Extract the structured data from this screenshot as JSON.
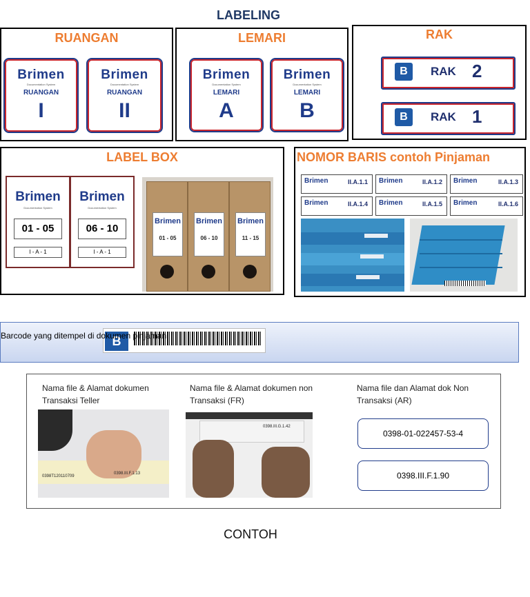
{
  "title": "LABELING",
  "ruangan": {
    "heading": "RUANGAN",
    "cards": [
      {
        "brand": "Brimen",
        "sub": "Documentation System",
        "label": "RUANGAN",
        "big": "I"
      },
      {
        "brand": "Brimen",
        "sub": "Documentation System",
        "label": "RUANGAN",
        "big": "II"
      }
    ]
  },
  "lemari": {
    "heading": "LEMARI",
    "cards": [
      {
        "brand": "Brimen",
        "sub": "Documentation System",
        "label": "LEMARI",
        "big": "A"
      },
      {
        "brand": "Brimen",
        "sub": "Documentation System",
        "label": "LEMARI",
        "big": "B"
      }
    ]
  },
  "rak": {
    "heading": "RAK",
    "cards": [
      {
        "icon": "B",
        "text": "RAK",
        "num": "2"
      },
      {
        "icon": "B",
        "text": "RAK",
        "num": "1"
      }
    ]
  },
  "label_box": {
    "heading": "LABEL BOX",
    "labels": [
      {
        "brand": "Brimen",
        "sub": "Documentation System",
        "range": "01 - 05",
        "code": "I - A - 1"
      },
      {
        "brand": "Brimen",
        "sub": "Documentation System",
        "range": "06 - 10",
        "code": "I - A - 1"
      }
    ],
    "boxes": [
      {
        "brand": "Brimen",
        "range": "01 - 05"
      },
      {
        "brand": "Brimen",
        "range": "06 - 10"
      },
      {
        "brand": "Brimen",
        "range": "11 - 15"
      }
    ]
  },
  "nomor_baris": {
    "heading": "NOMOR BARIS contoh Pinjaman",
    "labels": [
      {
        "brand": "Brimen",
        "code": "II.A.1.1"
      },
      {
        "brand": "Brimen",
        "code": "II.A.1.2"
      },
      {
        "brand": "Brimen",
        "code": "II.A.1.3"
      },
      {
        "brand": "Brimen",
        "code": "II.A.1.4"
      },
      {
        "brand": "Brimen",
        "code": "II.A.1.5"
      },
      {
        "brand": "Brimen",
        "code": "II.A.1.6"
      }
    ]
  },
  "barcode": {
    "caption": "Barcode yang ditempel di dokumen pinjaman",
    "icon": "B"
  },
  "contoh": {
    "columns": [
      {
        "caption": "Nama file & Alamat dokumen Transaksi Teller",
        "photo_text_1": "0398T120110709",
        "photo_text_2": "0398.III.F.1.13"
      },
      {
        "caption": "Nama file & Alamat dokumen non Transaksi (FR)",
        "photo_text_1": "0398.III.G.1.42"
      },
      {
        "caption": "Nama file dan Alamat dok Non Transaksi (AR)"
      }
    ],
    "pills": [
      "0398-01-022457-53-4",
      "0398.III.F.1.90"
    ],
    "footer": "CONTOH"
  },
  "colors": {
    "navy": "#1f3864",
    "orange": "#ed7d31",
    "brand_blue": "#1f3b8a",
    "accent_red": "#c9252c"
  }
}
